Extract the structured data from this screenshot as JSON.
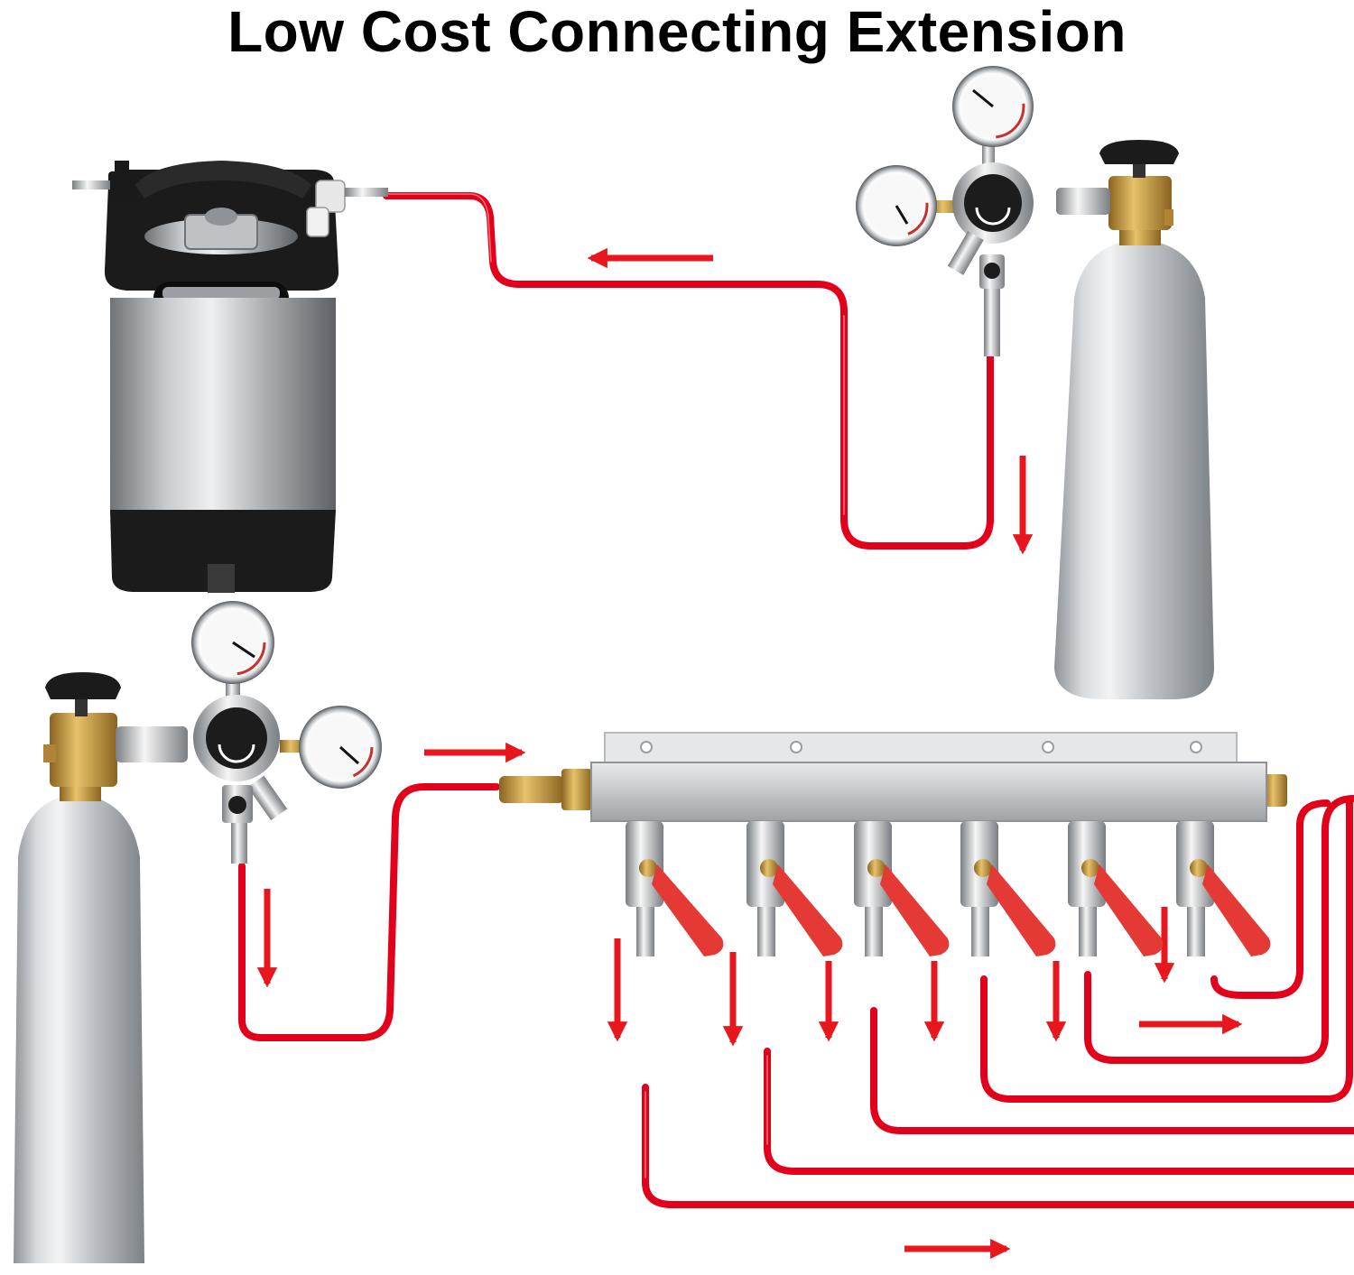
{
  "title": "Low Cost Connecting Extension",
  "colors": {
    "hose": "#e3001b",
    "hose_highlight": "#ff7a7a",
    "arrow": "#e8171d",
    "aluminum": "#cfd2d5",
    "aluminum_dark": "#9ea3a8",
    "brass": "#c99a3a",
    "keg_rubber": "#1b1b1b",
    "valve_handle": "#e53935",
    "gauge_face": "#f4f4f4"
  },
  "components": {
    "keg": "keg",
    "co2_tank_right": "co2-tank",
    "co2_tank_left": "co2-tank",
    "regulator_right": "dual-gauge-regulator",
    "regulator_left": "dual-gauge-regulator",
    "manifold": "gas-manifold",
    "shutoff_valve_count": 6
  }
}
